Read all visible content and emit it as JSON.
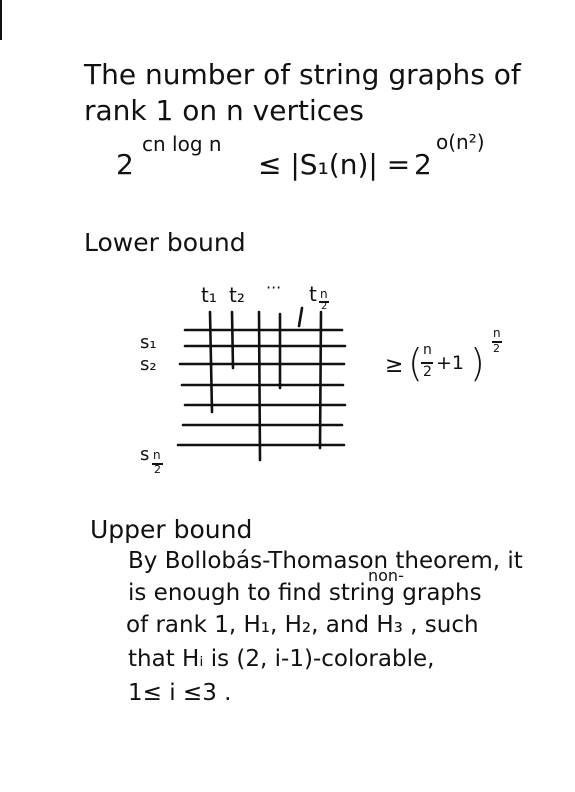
{
  "title": {
    "line1": "The number of string graphs of",
    "line2": "rank 1 on n vertices"
  },
  "formula": {
    "lhs_base": "2",
    "lhs_exponent": "cn log n",
    "relation": "≤ |S₁(n)| =",
    "rhs_base": "2",
    "rhs_exponent": "o(n²)"
  },
  "lower_bound": {
    "heading": "Lower bound",
    "t_labels": [
      "t₁",
      "t₂",
      "···",
      "t"
    ],
    "t_last_subscript_num": "n",
    "t_last_subscript_den": "2",
    "s_labels": [
      "s₁",
      "s₂",
      "s"
    ],
    "s_last_subscript_num": "n",
    "s_last_subscript_den": "2",
    "bound_prefix": "≥",
    "bound_frac_num": "n",
    "bound_frac_den": "2",
    "bound_plus": "+1",
    "bound_exp_num": "n",
    "bound_exp_den": "2"
  },
  "upper_bound": {
    "heading": "Upper bound",
    "lines": [
      "By Bollobás-Thomason theorem, it",
      "is enough to find string graphs",
      "of rank 1,  H₁, H₂, and  H₃ , such",
      "that  Hᵢ  is  (2, i-1)-colorable,",
      "1≤ i ≤3 ."
    ],
    "insert_note": "non-"
  }
}
